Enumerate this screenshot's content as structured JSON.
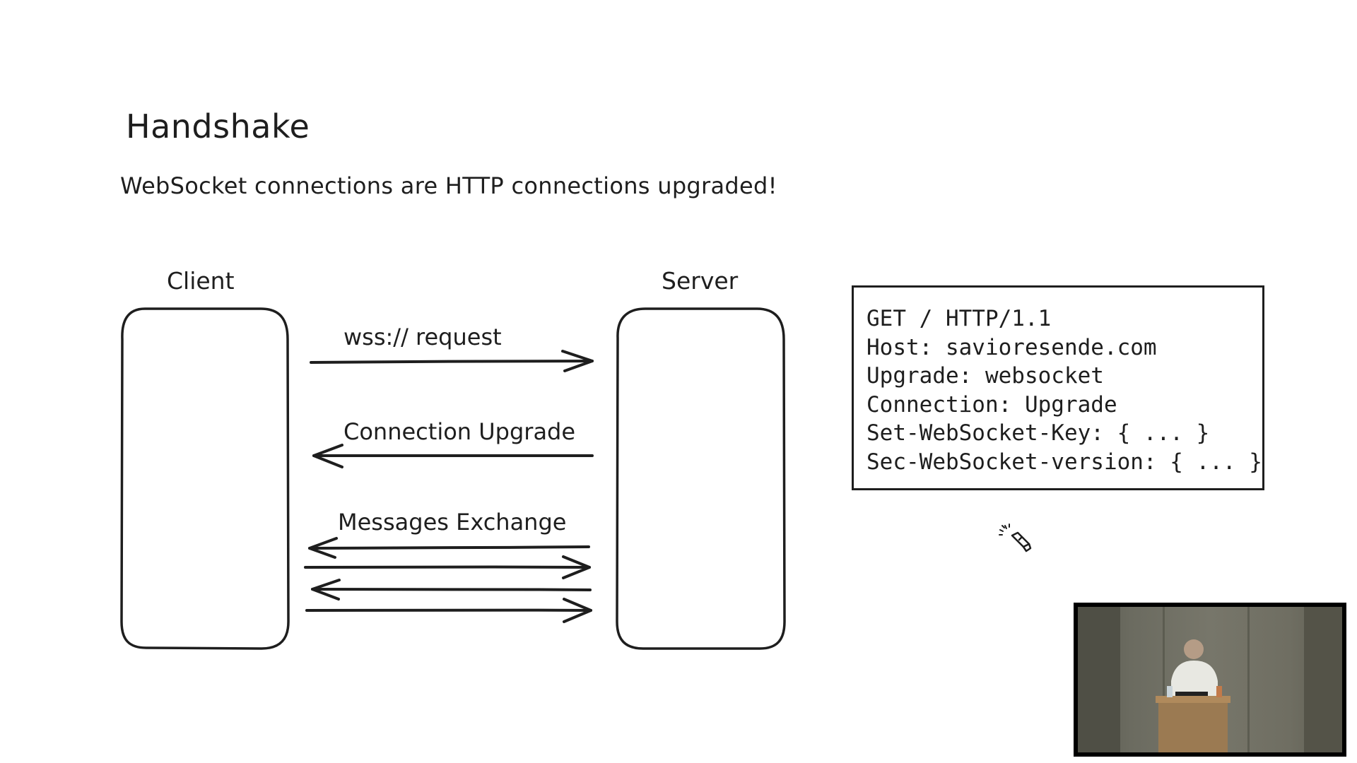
{
  "slide": {
    "title": "Handshake",
    "subtitle": "WebSocket connections are HTTP connections upgraded!"
  },
  "diagram": {
    "client_label": "Client",
    "server_label": "Server",
    "arrows": {
      "request_label": "wss:// request",
      "upgrade_label": "Connection Upgrade",
      "messages_label": "Messages Exchange"
    }
  },
  "http_request": {
    "lines": [
      "GET / HTTP/1.1",
      "Host: savioresende.com",
      "Upgrade: websocket",
      "Connection: Upgrade",
      "Set-WebSocket-Key: { ... }",
      "Sec-WebSocket-version: { ... }"
    ]
  },
  "icons": {
    "cursor": "laser-pointer-icon"
  },
  "colors": {
    "ink": "#1e1e1e",
    "background": "#ffffff"
  }
}
